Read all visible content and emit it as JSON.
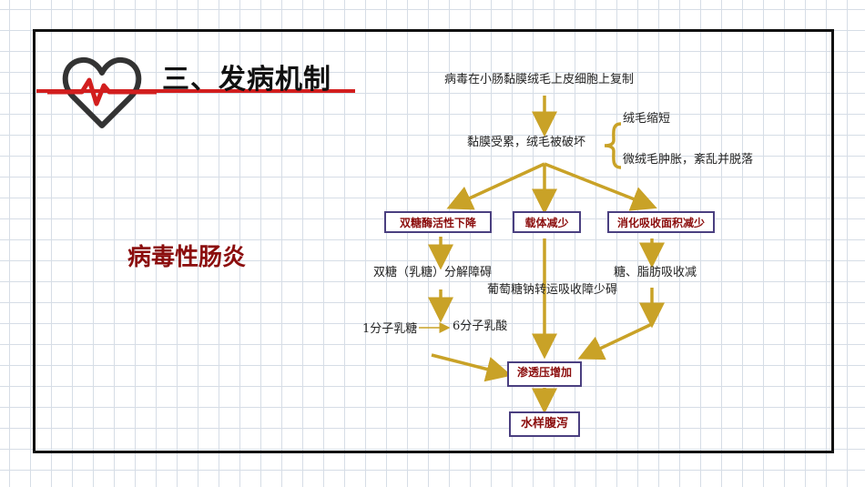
{
  "slide": {
    "title": "三、发病机制",
    "side_label": "病毒性肠炎"
  },
  "diagram": {
    "step_start": "病毒在小肠黏膜绒毛上皮细胞上复制",
    "step_damage": "黏膜受累，绒毛被破坏",
    "damage_detail_1": "绒毛缩短",
    "damage_detail_2": "微绒毛肿胀，紊乱并脱落",
    "box_enzyme": "双糖酶活性下降",
    "box_carrier": "载体减少",
    "box_absorb": "消化吸收面积减少",
    "text_disaccharide": "双糖（乳糖）分解障碍",
    "text_glucose": "葡萄糖钠转运吸收障少碍",
    "text_sugar_fat": "糖、脂肪吸收减",
    "lactose_label": "1分子乳糖",
    "lactic_label": "6分子乳酸",
    "box_osmotic": "渗透压增加",
    "box_diarrhea": "水样腹泻"
  },
  "colors": {
    "arrow": "#c9a227",
    "box_border": "#4a3f80",
    "box_text": "#8b0d0d",
    "accent_red": "#d21e1e",
    "side_label": "#8b0d0d"
  }
}
